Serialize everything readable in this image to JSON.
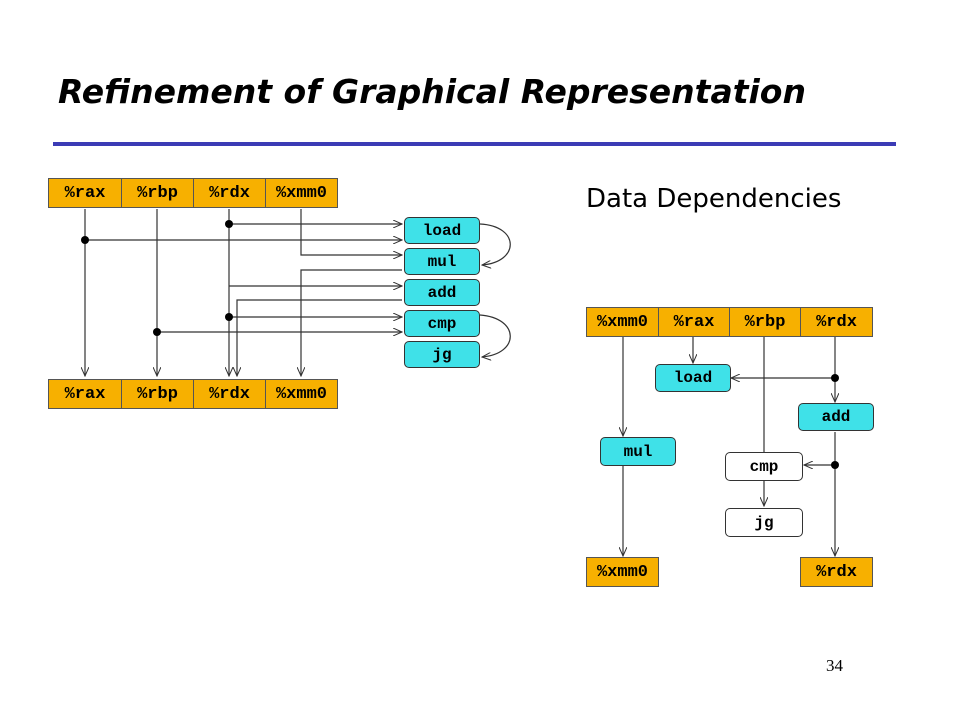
{
  "title": "Refinement of Graphical Representation",
  "subtitle": "Data Dependencies",
  "page_number": "34",
  "colors": {
    "register_fill": "#f7b000",
    "op_fill": "#3fe1e8",
    "title_rule": "#3b3bb5"
  },
  "left_diagram": {
    "top_registers": [
      "%rax",
      "%rbp",
      "%rdx",
      "%xmm0"
    ],
    "bottom_registers": [
      "%rax",
      "%rbp",
      "%rdx",
      "%xmm0"
    ],
    "ops": [
      "load",
      "mul",
      "add",
      "cmp",
      "jg"
    ]
  },
  "right_diagram": {
    "top_registers": [
      "%xmm0",
      "%rax",
      "%rbp",
      "%rdx"
    ],
    "ops": {
      "load": "load",
      "add": "add",
      "mul": "mul",
      "cmp": "cmp",
      "jg": "jg"
    },
    "bottom_registers": [
      "%xmm0",
      "%rdx"
    ]
  }
}
